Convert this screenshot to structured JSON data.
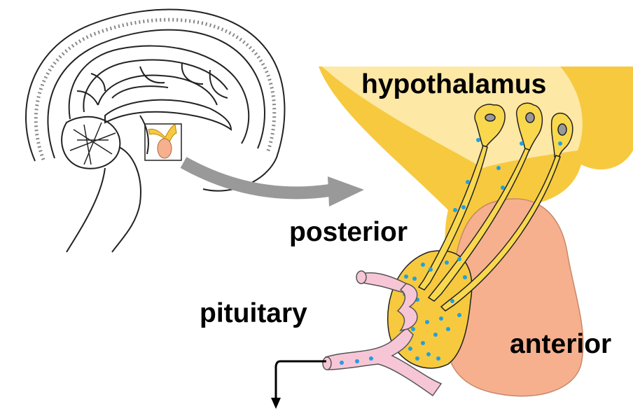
{
  "labels": {
    "hypothalamus": "hypothalamus",
    "posterior": "posterior",
    "pituitary": "pituitary",
    "anterior": "anterior"
  },
  "colors": {
    "hypothalamus_fill": "#f7c93e",
    "hypothalamus_light": "#fde8a6",
    "neuron_fill": "#f9d84e",
    "anterior_fill": "#f6b08e",
    "vessel_fill": "#f7c6d6",
    "granule": "#1fa0e0",
    "arrow_gray": "#999999",
    "outline": "#222222"
  }
}
